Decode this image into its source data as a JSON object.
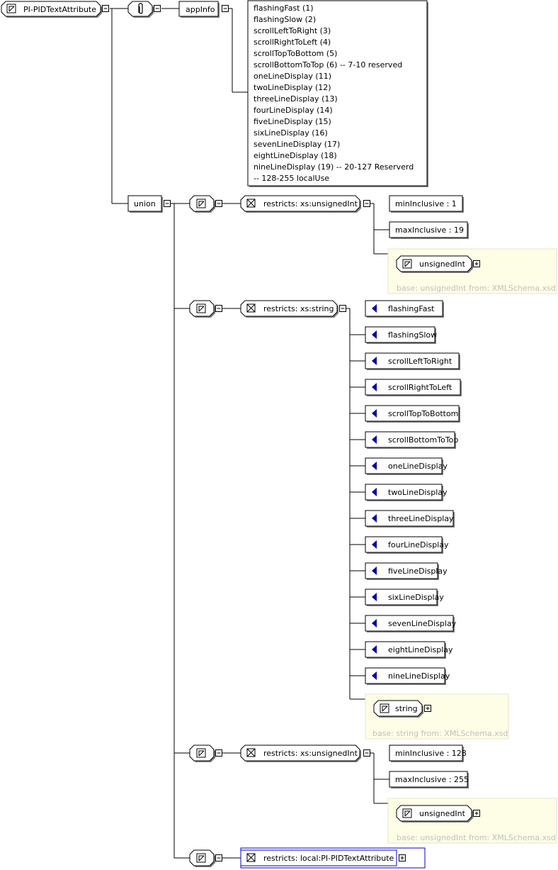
{
  "root": {
    "name": "PI-PIDTextAttribute"
  },
  "annotation": {
    "label": "appInfo",
    "lines": [
      "flashingFast (1)",
      "  flashingSlow (2)",
      "  scrollLeftToRight (3)",
      "  scrollRightToLeft (4)",
      "  scrollTopToBottom (5)",
      "  scrollBottomToTop (6) -- 7-10 reserved",
      "  oneLineDisplay (11)",
      "  twoLineDisplay (12)",
      "  threeLineDisplay (13)",
      "  fourLineDisplay (14)",
      "  fiveLineDisplay (15)",
      "  sixLineDisplay (16)",
      "  sevenLineDisplay (17)",
      "  eightLineDisplay (18)",
      "  nineLineDisplay (19) -- 20-127 Reserverd",
      "   -- 128-255 localUse"
    ]
  },
  "union": {
    "label": "union",
    "members": [
      {
        "restriction": "restricts: xs:unsignedInt",
        "facets": [
          "minInclusive : 1",
          "maxInclusive : 19"
        ],
        "base": {
          "type": "unsignedInt",
          "note": "base: unsignedInt from: XMLSchema.xsd"
        }
      },
      {
        "restriction": "restricts: xs:string",
        "enumerations": [
          "flashingFast",
          "flashingSlow",
          "scrollLeftToRight",
          "scrollRightToLeft",
          "scrollTopToBottom",
          "scrollBottomToTop",
          "oneLineDisplay",
          "twoLineDisplay",
          "threeLineDisplay",
          "fourLineDisplay",
          "fiveLineDisplay",
          "sixLineDisplay",
          "sevenLineDisplay",
          "eightLineDisplay",
          "nineLineDisplay"
        ],
        "base": {
          "type": "string",
          "note": "base: string from: XMLSchema.xsd"
        }
      },
      {
        "restriction": "restricts: xs:unsignedInt",
        "facets": [
          "minInclusive : 128",
          "maxInclusive : 255"
        ],
        "base": {
          "type": "unsignedInt",
          "note": "base: unsignedInt from: XMLSchema.xsd"
        }
      },
      {
        "restriction": "restricts: local:PI-PIDTextAttribute"
      }
    ]
  },
  "colors": {
    "enum_marker": "#0000aa",
    "reference_border": "#0000cc",
    "note_background": "#fefde6",
    "note_text": "#c0c0c0"
  },
  "icons": {
    "simple_type": "simple-type-triangle-icon",
    "annotation": "paperclip-icon",
    "restriction": "restriction-bowtie-icon",
    "enumeration": "enumeration-arrow-icon",
    "collapse": "minus-toggle-icon",
    "expand": "plus-toggle-icon"
  }
}
